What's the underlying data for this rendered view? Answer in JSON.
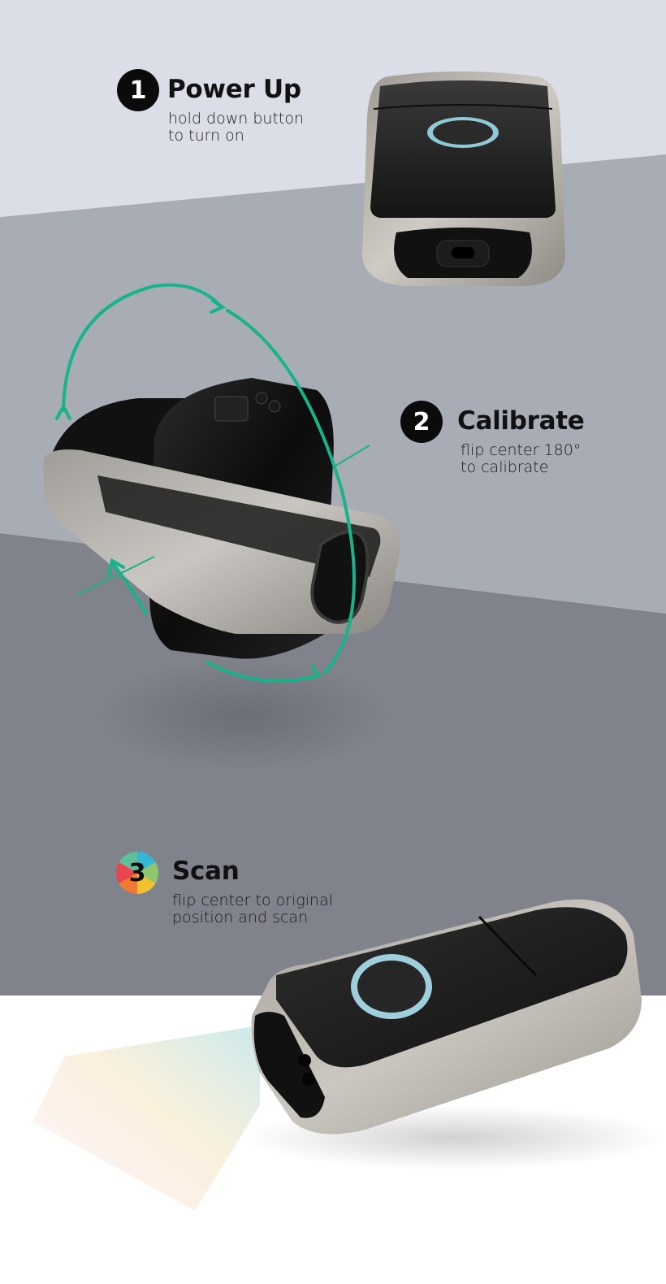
{
  "colors": {
    "band1": "#dbdee7",
    "band2": "#a8acb5",
    "band3": "#80838c",
    "bottom": "#ffffff",
    "accent": "#17b38a",
    "badge": "#0b0b0b",
    "button_ring": "#8fc9d6"
  },
  "steps": [
    {
      "number": "1",
      "title": "Power Up",
      "description_line1": "hold down button",
      "description_line2": "to turn on",
      "icon": "number-badge-black"
    },
    {
      "number": "2",
      "title": "Calibrate",
      "description_line1": "flip center 180°",
      "description_line2": "to calibrate",
      "icon": "number-badge-black",
      "graphic": "rotation-arrow-icon"
    },
    {
      "number": "3",
      "title": "Scan",
      "description_line1": "flip center to original",
      "description_line2": "position and scan",
      "icon": "number-badge-rainbow",
      "graphic": "scan-light-beam"
    }
  ]
}
